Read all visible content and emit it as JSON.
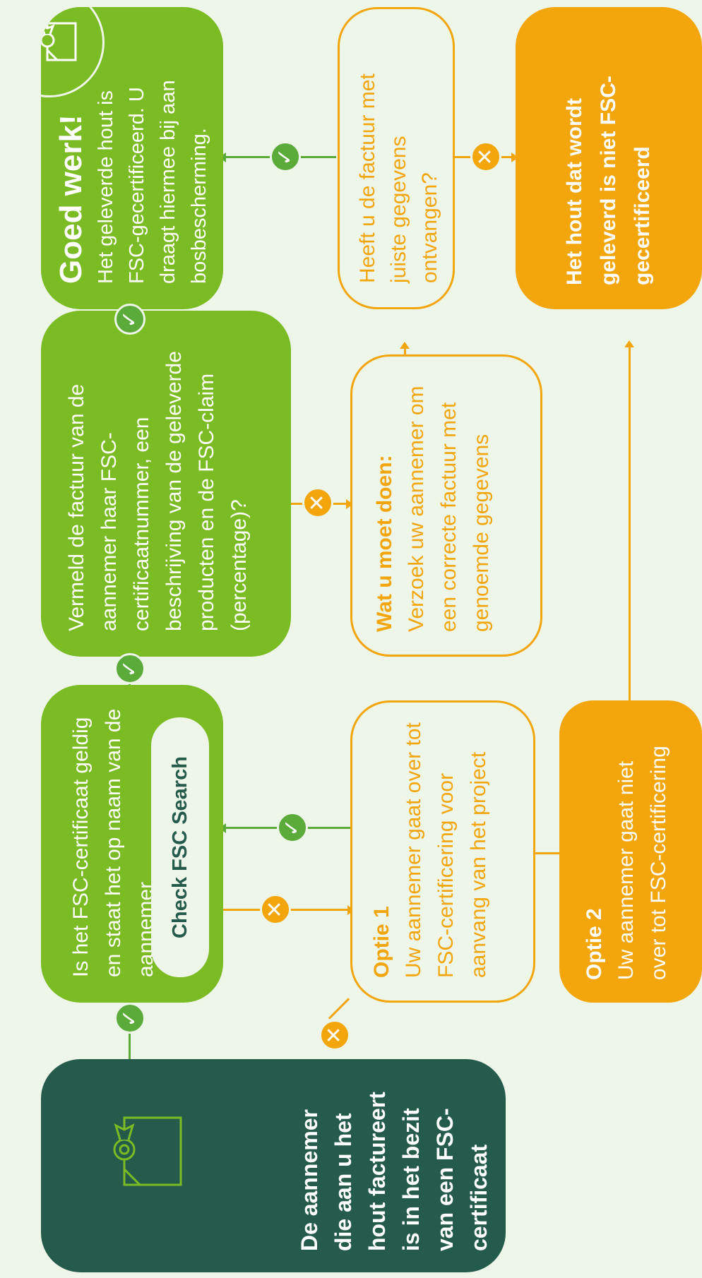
{
  "start": {
    "text": "De aannemer die aan u het hout factureert is in het bezit van een FSC-certificaat"
  },
  "question_certificate": {
    "text": "Is het FSC-certificaat geldig en staat het op naam van de aannemer",
    "button_label": "Check FSC Search"
  },
  "question_invoice": {
    "text": "Vermeld de factuur van de aannemer haar FSC-certificaatnummer, een beschrijving van de geleverde producten en de FSC-claim (percentage)?"
  },
  "success": {
    "title": "Goed werk!",
    "text": "Het geleverde hout is FSC-gecertificeerd. U draagt hiermee bij aan bosbescherming."
  },
  "option1": {
    "title": "Optie 1",
    "text": "Uw aannemer gaat over tot FSC-certificering voor aanvang van het project"
  },
  "option2": {
    "title": "Optie 2",
    "text": "Uw aannemer gaat niet over tot FSC-certificering"
  },
  "action": {
    "title": "Wat u moet doen:",
    "text": "Verzoek uw aannemer om een correcte factuur met genoemde gegevens"
  },
  "question_received": {
    "text": "Heeft u de factuur met juiste gegevens ontvangen?"
  },
  "fail": {
    "text": "Het hout dat wordt geleverd is niet FSC-gecertificeerd"
  },
  "icons": {
    "yes": "checkmark-icon",
    "no": "cross-icon",
    "certificate": "certificate-icon"
  },
  "colors": {
    "background": "#eef5e9",
    "green": "#7bbc24",
    "dark_green": "#255b4b",
    "orange": "#f2a60c",
    "connector_green": "#5aab3a"
  }
}
